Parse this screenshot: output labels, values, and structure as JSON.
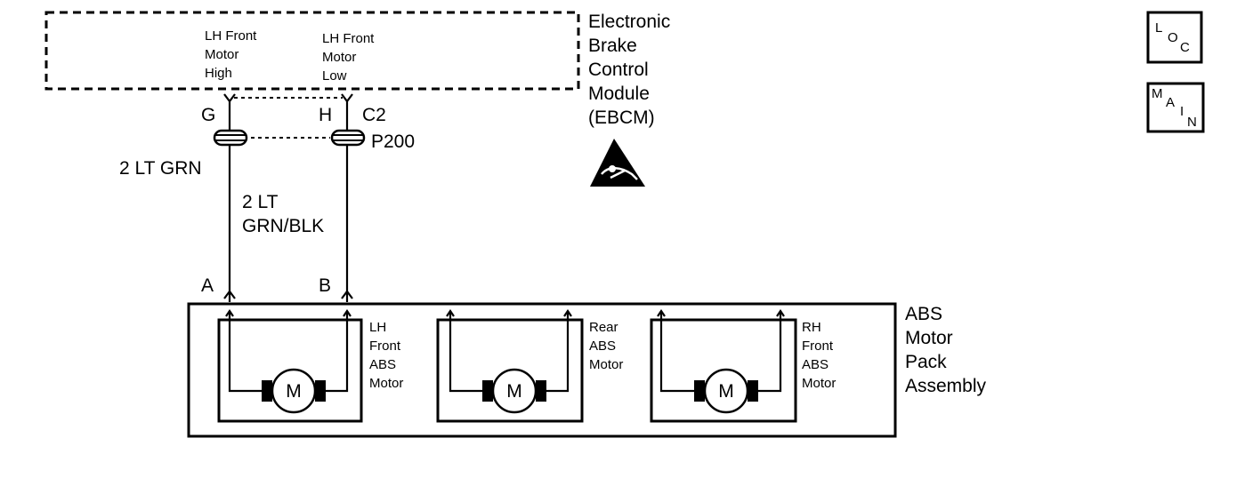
{
  "ebcm": {
    "title_lines": [
      "Electronic",
      "Brake",
      "Control",
      "Module",
      "(EBCM)"
    ],
    "pin_high_lines": [
      "LH Front",
      "Motor",
      "High"
    ],
    "pin_low_lines": [
      "LH Front",
      "Motor",
      "Low"
    ],
    "connector_label": "C2",
    "pin_g": "G",
    "pin_h": "H"
  },
  "splice": {
    "label": "P200"
  },
  "wires": {
    "left_label": "2 LT GRN",
    "right_label_lines": [
      "2 LT",
      "GRN/BLK"
    ]
  },
  "motor_pack": {
    "title_lines": [
      "ABS",
      "Motor",
      "Pack",
      "Assembly"
    ],
    "pin_a": "A",
    "pin_b": "B",
    "motor_symbol": "M",
    "motors": [
      {
        "label_lines": [
          "LH",
          "Front",
          "ABS",
          "Motor"
        ]
      },
      {
        "label_lines": [
          "Rear",
          "ABS",
          "Motor"
        ]
      },
      {
        "label_lines": [
          "RH",
          "Front",
          "ABS",
          "Motor"
        ]
      }
    ]
  },
  "icons": {
    "loc": [
      "L",
      "O",
      "C"
    ],
    "main": [
      "M",
      "A",
      "I",
      "N"
    ],
    "esd": "esd-warning-icon"
  }
}
